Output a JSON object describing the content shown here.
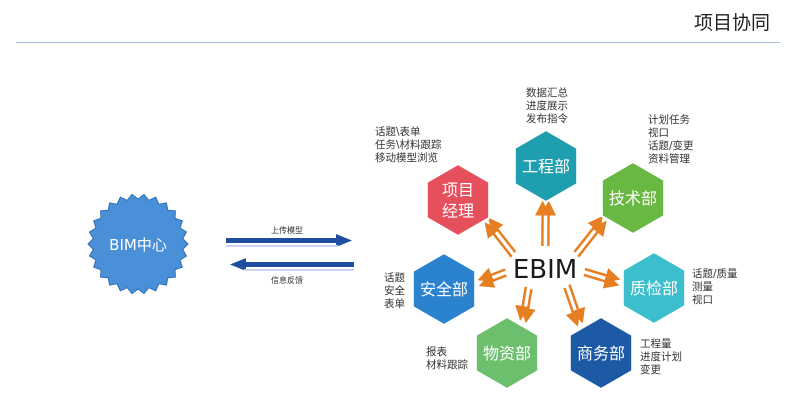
{
  "header": {
    "title": "项目协同"
  },
  "center": {
    "label": "EBIM"
  },
  "bim": {
    "label": "BIM中心"
  },
  "arrows": {
    "upload": "上传模型",
    "feedback": "信息反馈"
  },
  "colors": {
    "engineering": "#1f9eb0",
    "tech": "#69b844",
    "quality": "#3dbecd",
    "business": "#1c5aa5",
    "materials": "#6cc06d",
    "safety": "#2b83d0",
    "pm": "#e5505c",
    "bim": "#4a90d9",
    "arrow": "#e67e22",
    "flow": "#1f4e9e"
  },
  "departments": [
    {
      "key": "pm",
      "lines": [
        "项目",
        "经理"
      ],
      "notes": [
        "话题\\表单",
        "任务\\材料跟踪",
        "移动模型浏览"
      ]
    },
    {
      "key": "engineering",
      "lines": [
        "工程部"
      ],
      "notes": [
        "数据汇总",
        "进度展示",
        "发布指令"
      ]
    },
    {
      "key": "tech",
      "lines": [
        "技术部"
      ],
      "notes": [
        "计划任务",
        "视口",
        "话题/变更",
        "资料管理"
      ]
    },
    {
      "key": "quality",
      "lines": [
        "质检部"
      ],
      "notes": [
        "话题/质量",
        "测量",
        "视口"
      ]
    },
    {
      "key": "business",
      "lines": [
        "商务部"
      ],
      "notes": [
        "工程量",
        "进度计划",
        "变更"
      ]
    },
    {
      "key": "materials",
      "lines": [
        "物资部"
      ],
      "notes": [
        "报表",
        "材料跟踪"
      ]
    },
    {
      "key": "safety",
      "lines": [
        "安全部"
      ],
      "notes": [
        "话题",
        "安全",
        "表单"
      ]
    }
  ]
}
